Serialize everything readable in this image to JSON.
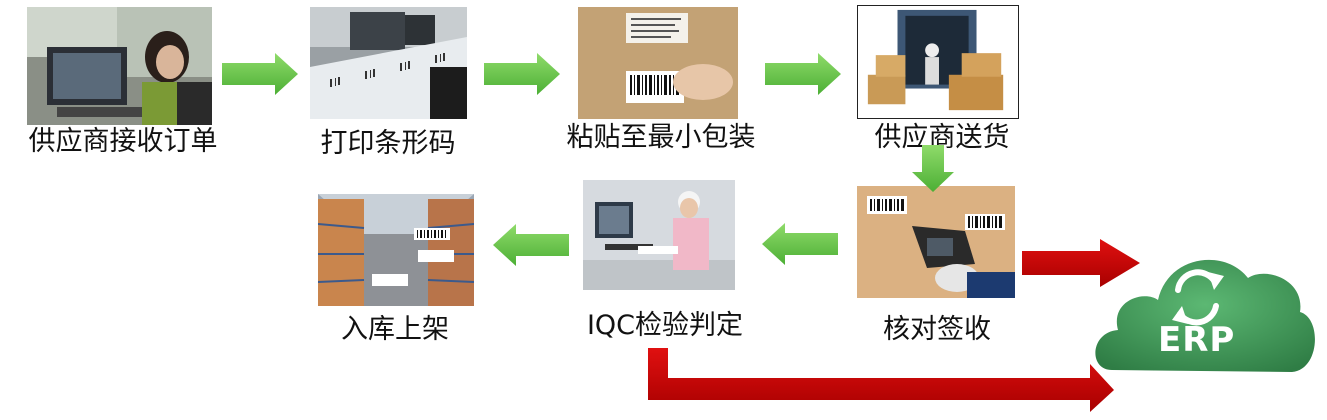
{
  "steps": [
    {
      "label": "供应商接收订单"
    },
    {
      "label": "打印条形码"
    },
    {
      "label": "粘贴至最小包装"
    },
    {
      "label": "供应商送货"
    },
    {
      "label": "核对签收"
    },
    {
      "label": "IQC检验判定"
    },
    {
      "label": "入库上架"
    }
  ],
  "erp": {
    "label": "ERP"
  },
  "colors": {
    "flow_arrow": "#6cc24a",
    "data_arrow": "#d10000",
    "cloud": "#4aa35e"
  }
}
